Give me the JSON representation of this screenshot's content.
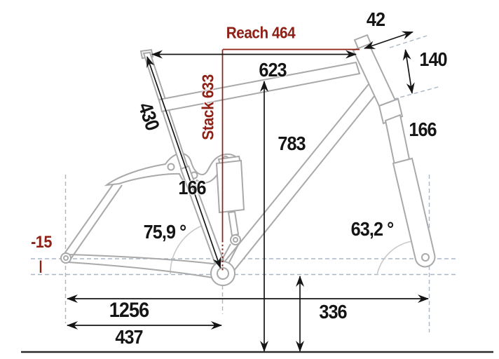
{
  "page": {
    "title": "Mountain bike frame geometry diagram"
  },
  "colors": {
    "accent_red": "#8e2016",
    "frame_gray": "#a9a9a9",
    "guide_dash_blue_gray": "#a9b7c6",
    "ink_black": "#151515",
    "arc_gray": "#c9c9c9"
  },
  "dims": {
    "reach": "Reach 464",
    "stack": "Stack 633",
    "stem_length": "42",
    "fork_travel": "140",
    "cockpit_length": "623",
    "standover_height": "783",
    "seat_tube_length": "430",
    "fork_dim": "166",
    "shock_dim": "166",
    "seat_tube_angle": "75,9 °",
    "head_tube_angle": "63,2 °",
    "bb_drop": "-15",
    "wheelbase": "1256",
    "chainstay_length": "437",
    "bb_height": "336"
  }
}
